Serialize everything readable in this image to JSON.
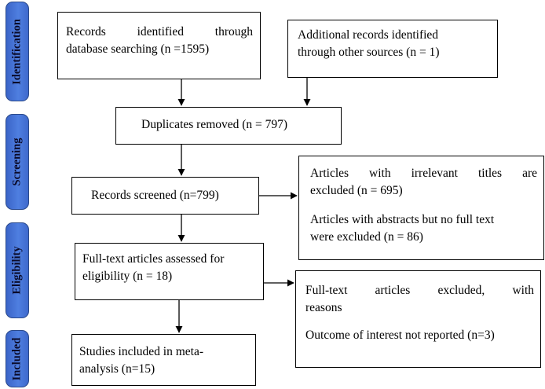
{
  "stages": {
    "identification": "Identification",
    "screening": "Screening",
    "eligibility": "Eligibility",
    "included": "Included"
  },
  "boxes": {
    "database_records": {
      "line1": "Records identified through",
      "line2": "database searching (n =1595)"
    },
    "other_sources": {
      "line1": "Additional records identified",
      "line2": "through other sources (n = 1)"
    },
    "duplicates_removed": "Duplicates removed (n = 797)",
    "records_screened": "Records screened (n=799)",
    "excluded_screening": {
      "item1_line1": "Articles with irrelevant titles are",
      "item1_line2": "excluded (n = 695)",
      "item2_line1": "Articles with abstracts but no full text",
      "item2_line2": "were excluded (n = 86)"
    },
    "fulltext_assessed": {
      "line1": "Full-text articles assessed for",
      "line2": "eligibility (n = 18)"
    },
    "fulltext_excluded": {
      "line1": "Full-text articles excluded, with",
      "line2": "reasons",
      "line3": "Outcome of interest not reported (n=3)"
    },
    "studies_included": {
      "line1": "Studies included in meta-",
      "line2": "analysis (n=15)"
    }
  },
  "colors": {
    "stage_fill": "#4f7fe0",
    "stage_border": "#2b4a8b",
    "box_border": "#000000"
  }
}
